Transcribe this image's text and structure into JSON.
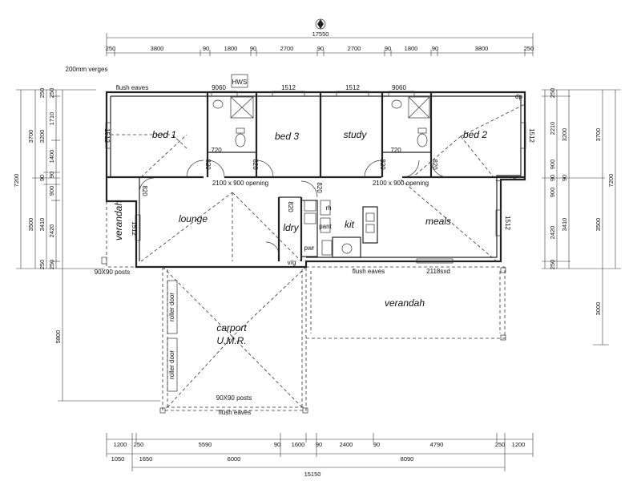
{
  "rooms": {
    "bed1": "bed 1",
    "bed3": "bed 3",
    "study": "study",
    "bed2": "bed 2",
    "lounge": "lounge",
    "ldry": "ldry",
    "kit": "kit",
    "meals": "meals",
    "verandah_side": "verandah",
    "verandah_rear": "verandah",
    "carport": "carport",
    "carport_sub": "U.M.R."
  },
  "labels": {
    "hws": "HWS",
    "verges": "200mm verges",
    "flush_eaves_top": "flush eaves",
    "flush_eaves_mid": "flush eaves",
    "flush_eaves_bottom": "flush eaves",
    "posts_left": "90X90 posts",
    "posts_bottom": "90X90 posts",
    "opening_left": "2100 x 900 opening",
    "opening_right": "2100 x 900 opening",
    "roller_door_top": "roller door",
    "roller_door_bottom": "roller door",
    "sxd": "2118sxd",
    "dp": "dp",
    "rh": "rh",
    "pant": "pant",
    "pwr": "pwr",
    "v_g": "v/g",
    "win_9060_a": "9060",
    "win_1512_a": "1512",
    "win_1512_b": "1512",
    "win_9060_b": "9060",
    "win_1512_left": "1512",
    "win_1512_right": "1512",
    "win_1512_lounge": "1512",
    "win_1512_meals": "1512",
    "door_720_a": "720",
    "door_720_b": "720",
    "door_820_a": "820",
    "door_820_b": "820",
    "door_820_c": "820",
    "door_820_d": "820",
    "door_820_e": "820",
    "door_820_f": "820",
    "door_820_g": "820"
  },
  "dims_top": {
    "overall": "17550",
    "segments": [
      "250",
      "3800",
      "90",
      "1800",
      "90",
      "2700",
      "90",
      "2700",
      "90",
      "1800",
      "90",
      "3800",
      "250"
    ]
  },
  "dims_bottom": {
    "overall": "15150",
    "row1": [
      "1200",
      "250",
      "5590",
      "90",
      "1600",
      "90",
      "2400",
      "90",
      "4790",
      "250",
      "1200"
    ],
    "row2": [
      "1050",
      "1650",
      "6000",
      "8090"
    ]
  },
  "dims_left": {
    "overall_house": "7200",
    "carport": "5800",
    "col_a": [
      "3700",
      "3500"
    ],
    "col_b": [
      "250",
      "3200",
      "90",
      "3410",
      "250"
    ],
    "col_c": [
      "250",
      "1710",
      "1400",
      "90",
      "900",
      "2420",
      "250"
    ]
  },
  "dims_right": {
    "overall": "7200",
    "verandah": "3000",
    "col_a": [
      "3700",
      "3500"
    ],
    "col_b": [
      "3200",
      "90",
      "3410"
    ],
    "col_c": [
      "250",
      "2210",
      "900",
      "90",
      "900",
      "2420",
      "250"
    ]
  }
}
